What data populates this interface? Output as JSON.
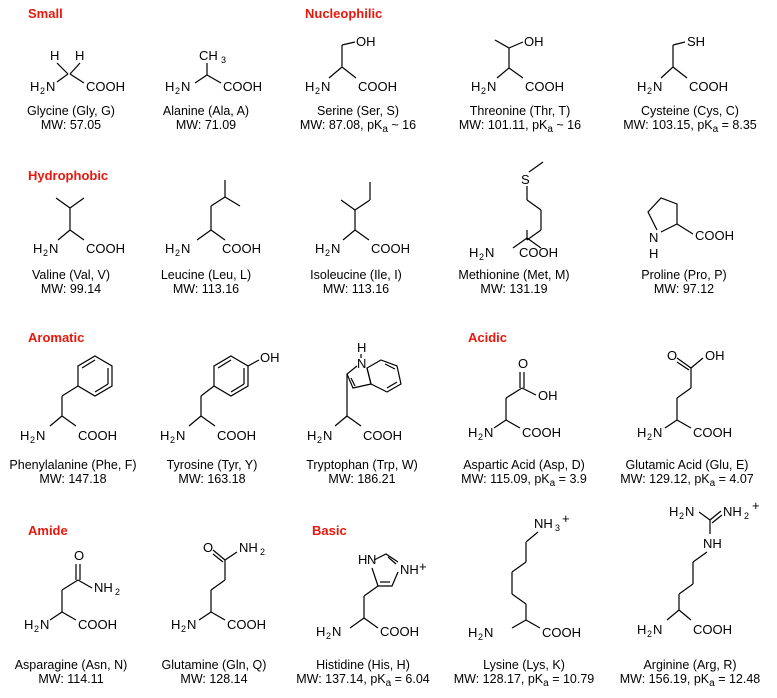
{
  "categories": {
    "small": "Small",
    "nucleophilic": "Nucleophilic",
    "hydrophobic": "Hydrophobic",
    "aromatic": "Aromatic",
    "acidic": "Acidic",
    "amide": "Amide",
    "basic": "Basic"
  },
  "amino_acids": {
    "gly": {
      "name": "Glycine (Gly, G)",
      "mw": "MW: 57.05"
    },
    "ala": {
      "name": "Alanine (Ala, A)",
      "mw": "MW: 71.09"
    },
    "ser": {
      "name": "Serine (Ser, S)",
      "mw": "MW: 87.08, pK",
      "pka_sub": "a",
      "pka": " ~ 16"
    },
    "thr": {
      "name": "Threonine (Thr, T)",
      "mw": "MW: 101.11, pK",
      "pka_sub": "a",
      "pka": " ~ 16"
    },
    "cys": {
      "name": "Cysteine (Cys, C)",
      "mw": "MW: 103.15, pK",
      "pka_sub": "a",
      "pka": " = 8.35"
    },
    "val": {
      "name": "Valine (Val, V)",
      "mw": "MW: 99.14"
    },
    "leu": {
      "name": "Leucine (Leu, L)",
      "mw": "MW: 113.16"
    },
    "ile": {
      "name": "Isoleucine (Ile, I)",
      "mw": "MW: 113.16"
    },
    "met": {
      "name": "Methionine (Met, M)",
      "mw": "MW: 131.19"
    },
    "pro": {
      "name": "Proline (Pro, P)",
      "mw": "MW: 97.12"
    },
    "phe": {
      "name": "Phenylalanine (Phe, F)",
      "mw": "MW: 147.18"
    },
    "tyr": {
      "name": "Tyrosine (Tyr, Y)",
      "mw": "MW: 163.18"
    },
    "trp": {
      "name": "Tryptophan (Trp, W)",
      "mw": "MW: 186.21"
    },
    "asp": {
      "name": "Aspartic Acid (Asp, D)",
      "mw": "MW: 115.09, pK",
      "pka_sub": "a",
      "pka": " = 3.9"
    },
    "glu": {
      "name": "Glutamic Acid (Glu, E)",
      "mw": "MW: 129.12, pK",
      "pka_sub": "a",
      "pka": " = 4.07"
    },
    "asn": {
      "name": "Asparagine (Asn, N)",
      "mw": "MW: 114.11"
    },
    "gln": {
      "name": "Glutamine (Gln, Q)",
      "mw": "MW: 128.14"
    },
    "his": {
      "name": "Histidine (His, H)",
      "mw": "MW: 137.14, pK",
      "pka_sub": "a",
      "pka": " = 6.04"
    },
    "lys": {
      "name": "Lysine (Lys, K)",
      "mw": "MW: 128.17, pK",
      "pka_sub": "a",
      "pka": " = 10.79"
    },
    "arg": {
      "name": "Arginine (Arg, R)",
      "mw": "MW: 156.19, pK",
      "pka_sub": "a",
      "pka": " = 12.48"
    }
  },
  "atoms": {
    "h2n": "H",
    "n_sub2": "2",
    "n": "N",
    "cooh": "COOH",
    "h": "H",
    "ch": "CH",
    "ch_sub3": "3",
    "oh": "OH",
    "sh": "SH",
    "s": "S",
    "o": "O",
    "nh": "NH",
    "nh2": "NH",
    "nh2_sub": "2",
    "nh3": "NH",
    "nh3_sub": "3",
    "plus": "+"
  },
  "colors": {
    "category": "#e8180c",
    "text": "#000000"
  }
}
